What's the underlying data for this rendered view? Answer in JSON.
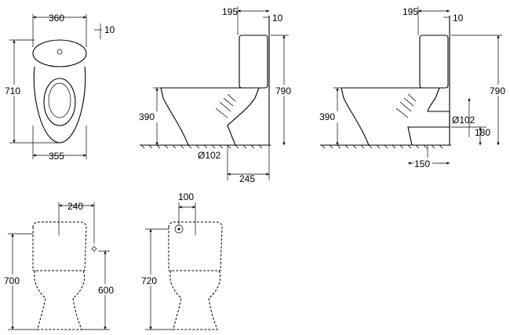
{
  "top_view": {
    "width": "360",
    "offset": "10",
    "length": "710",
    "seat_width": "355"
  },
  "side_view_floor_outlet": {
    "tank_depth": "195",
    "wall_gap": "10",
    "height": "790",
    "seat_height": "390",
    "outlet_diameter": "Ø102",
    "outlet_distance": "245"
  },
  "side_view_wall_outlet": {
    "tank_depth": "195",
    "wall_gap": "10",
    "height": "790",
    "seat_height": "390",
    "outlet_diameter": "Ø102",
    "outlet_height": "180",
    "outlet_distance": "150"
  },
  "front_view_side_inlet": {
    "inlet_offset": "240",
    "height": "700",
    "inlet_height": "600"
  },
  "front_view_bottom_inlet": {
    "inlet_offset": "100",
    "height": "720"
  }
}
